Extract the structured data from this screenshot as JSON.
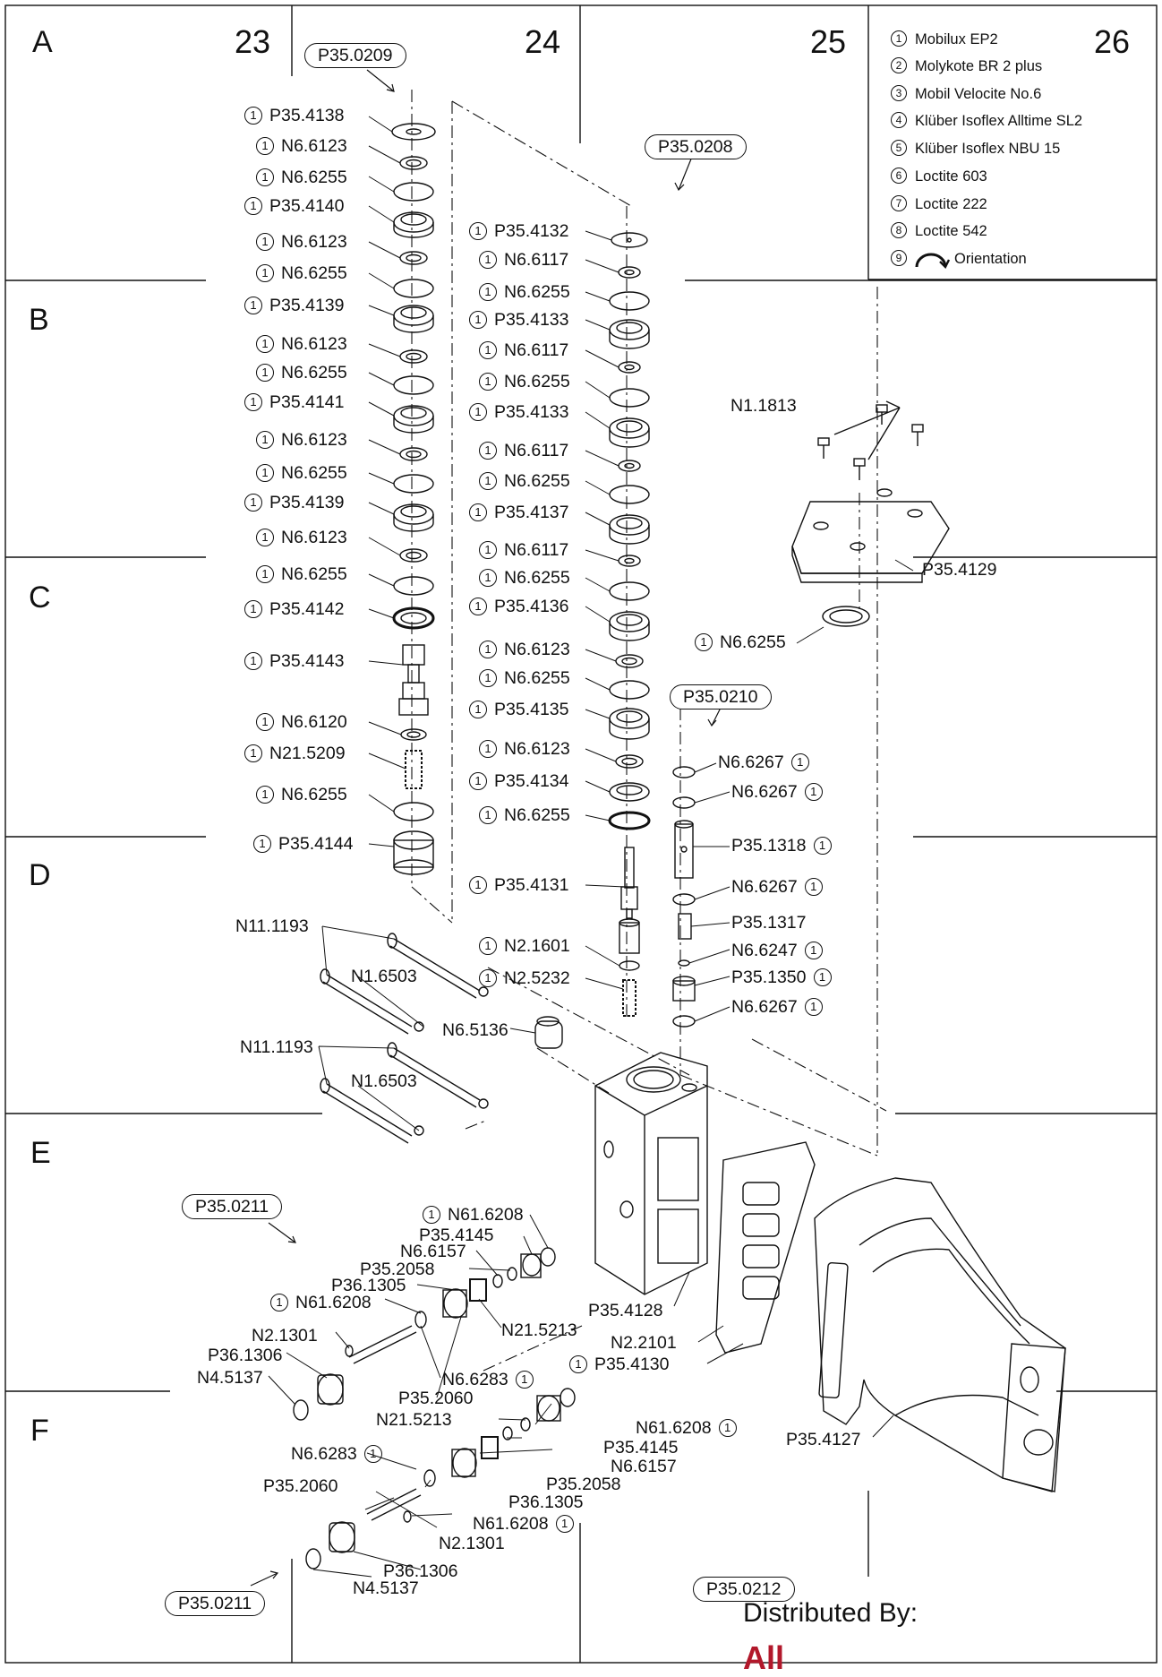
{
  "zones": {
    "columns": [
      "23",
      "24",
      "25",
      "26"
    ],
    "rows": [
      "A",
      "B",
      "C",
      "D",
      "E",
      "F"
    ]
  },
  "legend": [
    {
      "num": "1",
      "text": "Mobilux EP2"
    },
    {
      "num": "2",
      "text": "Molykote BR 2 plus"
    },
    {
      "num": "3",
      "text": "Mobil Velocite No.6"
    },
    {
      "num": "4",
      "text": "Klüber Isoflex Alltime SL2"
    },
    {
      "num": "5",
      "text": "Klüber Isoflex NBU 15"
    },
    {
      "num": "6",
      "text": "Loctite 603"
    },
    {
      "num": "7",
      "text": "Loctite 222"
    },
    {
      "num": "8",
      "text": "Loctite 542"
    },
    {
      "num": "9",
      "text": "Orientation"
    }
  ],
  "assemblies": [
    "P35.0209",
    "P35.0208",
    "P35.0210",
    "P35.0211",
    "P35.0211",
    "P35.0212"
  ],
  "stack_left": [
    {
      "ref": "1",
      "part": "P35.4138"
    },
    {
      "ref": "1",
      "part": "N6.6123"
    },
    {
      "ref": "1",
      "part": "N6.6255"
    },
    {
      "ref": "1",
      "part": "P35.4140"
    },
    {
      "ref": "1",
      "part": "N6.6123"
    },
    {
      "ref": "1",
      "part": "N6.6255"
    },
    {
      "ref": "1",
      "part": "P35.4139"
    },
    {
      "ref": "1",
      "part": "N6.6123"
    },
    {
      "ref": "1",
      "part": "N6.6255"
    },
    {
      "ref": "1",
      "part": "P35.4141"
    },
    {
      "ref": "1",
      "part": "N6.6123"
    },
    {
      "ref": "1",
      "part": "N6.6255"
    },
    {
      "ref": "1",
      "part": "P35.4139"
    },
    {
      "ref": "1",
      "part": "N6.6123"
    },
    {
      "ref": "1",
      "part": "N6.6255"
    },
    {
      "ref": "1",
      "part": "P35.4142"
    },
    {
      "ref": "1",
      "part": "P35.4143"
    },
    {
      "ref": "1",
      "part": "N6.6120"
    },
    {
      "ref": "1",
      "part": "N21.5209"
    },
    {
      "ref": "1",
      "part": "N6.6255"
    },
    {
      "ref": "1",
      "part": "P35.4144"
    }
  ],
  "stack_mid": [
    {
      "ref": "1",
      "part": "P35.4132"
    },
    {
      "ref": "1",
      "part": "N6.6117"
    },
    {
      "ref": "1",
      "part": "N6.6255"
    },
    {
      "ref": "1",
      "part": "P35.4133"
    },
    {
      "ref": "1",
      "part": "N6.6117"
    },
    {
      "ref": "1",
      "part": "N6.6255"
    },
    {
      "ref": "1",
      "part": "P35.4133"
    },
    {
      "ref": "1",
      "part": "N6.6117"
    },
    {
      "ref": "1",
      "part": "N6.6255"
    },
    {
      "ref": "1",
      "part": "P35.4137"
    },
    {
      "ref": "1",
      "part": "N6.6117"
    },
    {
      "ref": "1",
      "part": "N6.6255"
    },
    {
      "ref": "1",
      "part": "P35.4136"
    },
    {
      "ref": "1",
      "part": "N6.6123"
    },
    {
      "ref": "1",
      "part": "N6.6255"
    },
    {
      "ref": "1",
      "part": "P35.4135"
    },
    {
      "ref": "1",
      "part": "N6.6123"
    },
    {
      "ref": "1",
      "part": "P35.4134"
    },
    {
      "ref": "1",
      "part": "N6.6255"
    },
    {
      "ref": "1",
      "part": "P35.4131"
    },
    {
      "ref": "1",
      "part": "N2.1601"
    },
    {
      "ref": "1",
      "part": "N2.5232"
    }
  ],
  "stack_right": [
    {
      "part": "N6.6267",
      "ref": "1"
    },
    {
      "part": "N6.6267",
      "ref": "1"
    },
    {
      "part": "P35.1318",
      "ref": "1"
    },
    {
      "part": "N6.6267",
      "ref": "1"
    },
    {
      "part": "P35.1317",
      "ref": ""
    },
    {
      "part": "N6.6247",
      "ref": "1"
    },
    {
      "part": "P35.1350",
      "ref": "1"
    },
    {
      "part": "N6.6267",
      "ref": "1"
    }
  ],
  "cover": {
    "screws": "N1.1813",
    "plate": "P35.4129",
    "ring_ref": "1",
    "ring": "N6.6255"
  },
  "bolts": [
    "N11.1193",
    "N1.6503",
    "N6.5136",
    "N11.1193",
    "N1.6503"
  ],
  "valve_upper": [
    {
      "ref": "1",
      "part": "N61.6208"
    },
    {
      "ref": "",
      "part": "P35.4145"
    },
    {
      "ref": "",
      "part": "N6.6157"
    },
    {
      "ref": "",
      "part": "P35.2058"
    },
    {
      "ref": "",
      "part": "P36.1305"
    },
    {
      "ref": "1",
      "part": "N61.6208"
    },
    {
      "ref": "",
      "part": "N21.5213"
    },
    {
      "ref": "",
      "part": "N2.1301"
    },
    {
      "ref": "",
      "part": "P36.1306"
    },
    {
      "ref": "",
      "part": "N4.5137"
    },
    {
      "ref": "1",
      "part": "N6.6283"
    },
    {
      "ref": "",
      "part": "P35.2060"
    }
  ],
  "housing": [
    {
      "ref": "",
      "part": "P35.4128"
    },
    {
      "ref": "",
      "part": "N2.2101"
    },
    {
      "ref": "1",
      "part": "P35.4130"
    },
    {
      "ref": "",
      "part": "P35.4127"
    }
  ],
  "valve_lower": [
    {
      "ref": "",
      "part": "N21.5213"
    },
    {
      "ref": "1",
      "part": "N61.6208"
    },
    {
      "ref": "",
      "part": "P35.4145"
    },
    {
      "ref": "",
      "part": "N6.6157"
    },
    {
      "ref": "1",
      "part": "N6.6283"
    },
    {
      "ref": "",
      "part": "P35.2058"
    },
    {
      "ref": "",
      "part": "P35.2060"
    },
    {
      "ref": "",
      "part": "P36.1305"
    },
    {
      "ref": "1",
      "part": "N61.6208"
    },
    {
      "ref": "",
      "part": "N2.1301"
    },
    {
      "ref": "",
      "part": "P36.1306"
    },
    {
      "ref": "",
      "part": "N4.5137"
    }
  ],
  "footer": {
    "distributed_by": "Distributed By:",
    "brand_partial": "All"
  },
  "colors": {
    "ink": "#111111",
    "brand": "#b2182b"
  }
}
